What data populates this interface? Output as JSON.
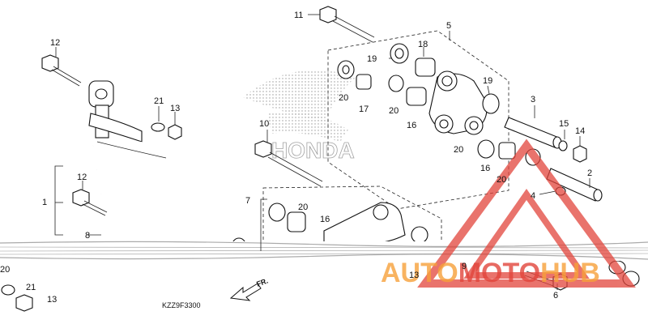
{
  "diagram": {
    "code": "KZZ9F3300",
    "direction_label": "FR.",
    "honda_watermark": "HONDA",
    "brand_watermark": {
      "prefix": "AUTO",
      "middle": "MOTO",
      "suffix": "HUB",
      "color_orange": "#f7a13a",
      "color_red": "#e2453c"
    },
    "callouts": [
      {
        "id": "c1",
        "label": "1"
      },
      {
        "id": "c2",
        "label": "2"
      },
      {
        "id": "c3",
        "label": "3"
      },
      {
        "id": "c4",
        "label": "4"
      },
      {
        "id": "c5",
        "label": "5"
      },
      {
        "id": "c6",
        "label": "6"
      },
      {
        "id": "c7",
        "label": "7"
      },
      {
        "id": "c8",
        "label": "8"
      },
      {
        "id": "c9",
        "label": "9"
      },
      {
        "id": "c10",
        "label": "10"
      },
      {
        "id": "c11",
        "label": "11"
      },
      {
        "id": "c12a",
        "label": "12"
      },
      {
        "id": "c12b",
        "label": "12"
      },
      {
        "id": "c13a",
        "label": "13"
      },
      {
        "id": "c13b",
        "label": "13"
      },
      {
        "id": "c13c",
        "label": "13"
      },
      {
        "id": "c14",
        "label": "14"
      },
      {
        "id": "c15",
        "label": "15"
      },
      {
        "id": "c16a",
        "label": "16"
      },
      {
        "id": "c16b",
        "label": "16"
      },
      {
        "id": "c16c",
        "label": "16"
      },
      {
        "id": "c17",
        "label": "17"
      },
      {
        "id": "c18",
        "label": "18"
      },
      {
        "id": "c19a",
        "label": "19"
      },
      {
        "id": "c19b",
        "label": "19"
      },
      {
        "id": "c20a",
        "label": "20"
      },
      {
        "id": "c20b",
        "label": "20"
      },
      {
        "id": "c20c",
        "label": "20"
      },
      {
        "id": "c20d",
        "label": "20"
      },
      {
        "id": "c20e",
        "label": "20"
      },
      {
        "id": "c21a",
        "label": "21"
      },
      {
        "id": "c21b",
        "label": "21"
      }
    ]
  }
}
